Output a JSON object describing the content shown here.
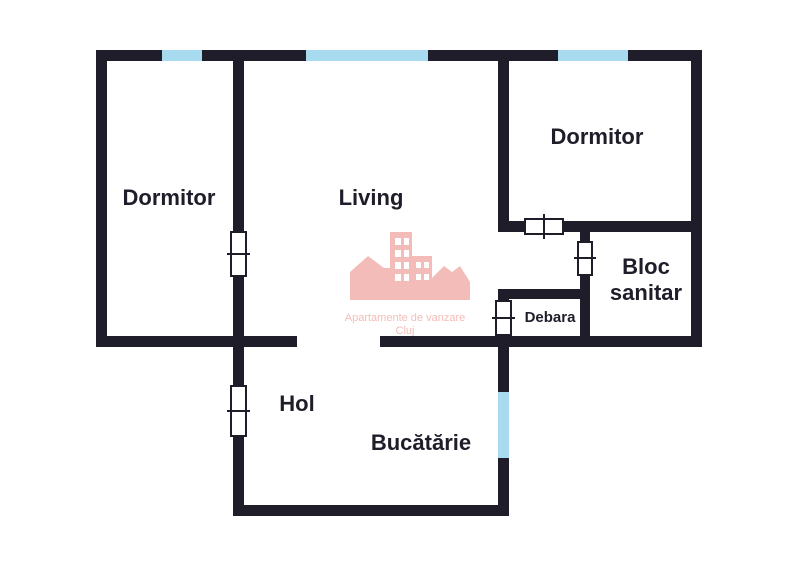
{
  "colors": {
    "wall": "#1f1d29",
    "window": "#a8daf0",
    "background": "#ffffff",
    "door": "#ffffff",
    "watermark": "#f2b1ad"
  },
  "rooms": {
    "dormitor_left": "Dormitor",
    "living": "Living",
    "dormitor_right": "Dormitor",
    "bloc_sanitar_line1": "Bloc",
    "bloc_sanitar_line2": "sanitar",
    "debara": "Debara",
    "hol": "Hol",
    "bucatarie": "Bucătărie"
  },
  "watermark": {
    "line1": "Apartamente de vanzare",
    "line2": "Cluj",
    "icon": "city-buildings-logo"
  }
}
